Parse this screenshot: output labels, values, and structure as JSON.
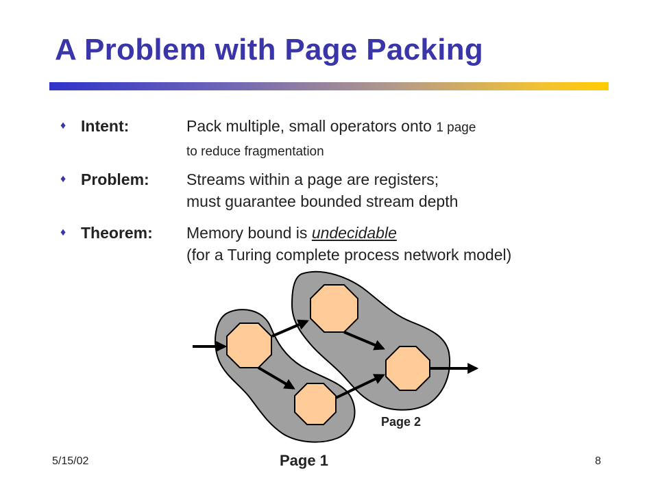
{
  "slide": {
    "title": "A Problem with Page Packing",
    "bullet_mark": "♦",
    "bullets": [
      {
        "label": "Intent:",
        "line1_a": "Pack multiple, small operators onto ",
        "line1_b": "1 page",
        "line2": "to reduce fragmentation"
      },
      {
        "label": "Problem:",
        "line1": "Streams within a page are registers;",
        "line2": "must guarantee bounded stream depth"
      },
      {
        "label": "Theorem:",
        "line1_a": "Memory bound is ",
        "line1_b": "undecidable",
        "line2": "(for a Turing complete process network model)"
      }
    ]
  },
  "diagram": {
    "page1_label": "Page 1",
    "page2_label": "Page 2",
    "colors": {
      "page_fill": "#a0a0a0",
      "operator_fill": "#ffcc99",
      "outline": "#000000"
    }
  },
  "footer": {
    "date": "5/15/02",
    "slide_number": "8"
  },
  "theme": {
    "title_color": "#3a35a8",
    "rule_gradient": [
      "#2f33c9",
      "#ffcc00"
    ]
  }
}
